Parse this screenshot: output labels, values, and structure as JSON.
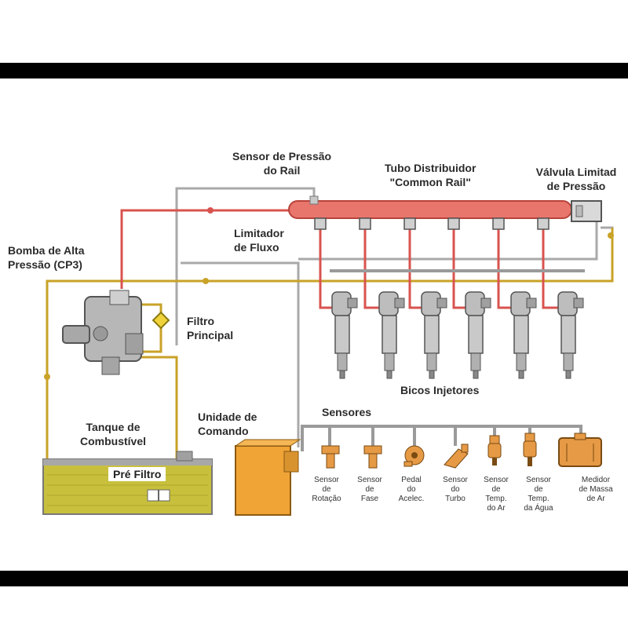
{
  "colors": {
    "high_pressure": "#d9534f",
    "rail_fill": "#e8766d",
    "low_pressure": "#c9a227",
    "return_line": "#a9a9a9",
    "electric": "#9a9a9a",
    "fuel_fill": "#c8c03c",
    "ecu_fill": "#f0a436",
    "sensor_fill": "#e69a45",
    "frame": "#000000"
  },
  "labels": {
    "rail_sensor": "Sensor de Pressão\ndo Rail",
    "common_rail": "Tubo Distribuidor\n\"Common Rail\"",
    "valve": "Válvula Limitad\nde Pressão",
    "pump": "Bomba de Alta\nPressão (CP3)",
    "flow_limiter": "Limitador\nde Fluxo",
    "main_filter": "Filtro\nPrincipal",
    "injectors": "Bicos Injetores",
    "tank": "Tanque de\nCombustível",
    "ecu": "Unidade de\nComando",
    "sensors": "Sensores",
    "pre_filter": "Pré Filtro"
  },
  "sensor_items": [
    {
      "label": "Sensor\nde\nRotação",
      "icon": "rotation-sensor-icon"
    },
    {
      "label": "Sensor\nde\nFase",
      "icon": "phase-sensor-icon"
    },
    {
      "label": "Pedal\ndo\nAcelec.",
      "icon": "accelerator-pedal-icon"
    },
    {
      "label": "Sensor\ndo\nTurbo",
      "icon": "turbo-sensor-icon"
    },
    {
      "label": "Sensor\nde\nTemp.\ndo Ar",
      "icon": "air-temp-sensor-icon"
    },
    {
      "label": "Sensor\nde\nTemp.\nda Água",
      "icon": "water-temp-sensor-icon"
    },
    {
      "label": "Medidor\nde Massa\nde Ar",
      "icon": "air-mass-meter-icon"
    }
  ],
  "injector_count": 6
}
